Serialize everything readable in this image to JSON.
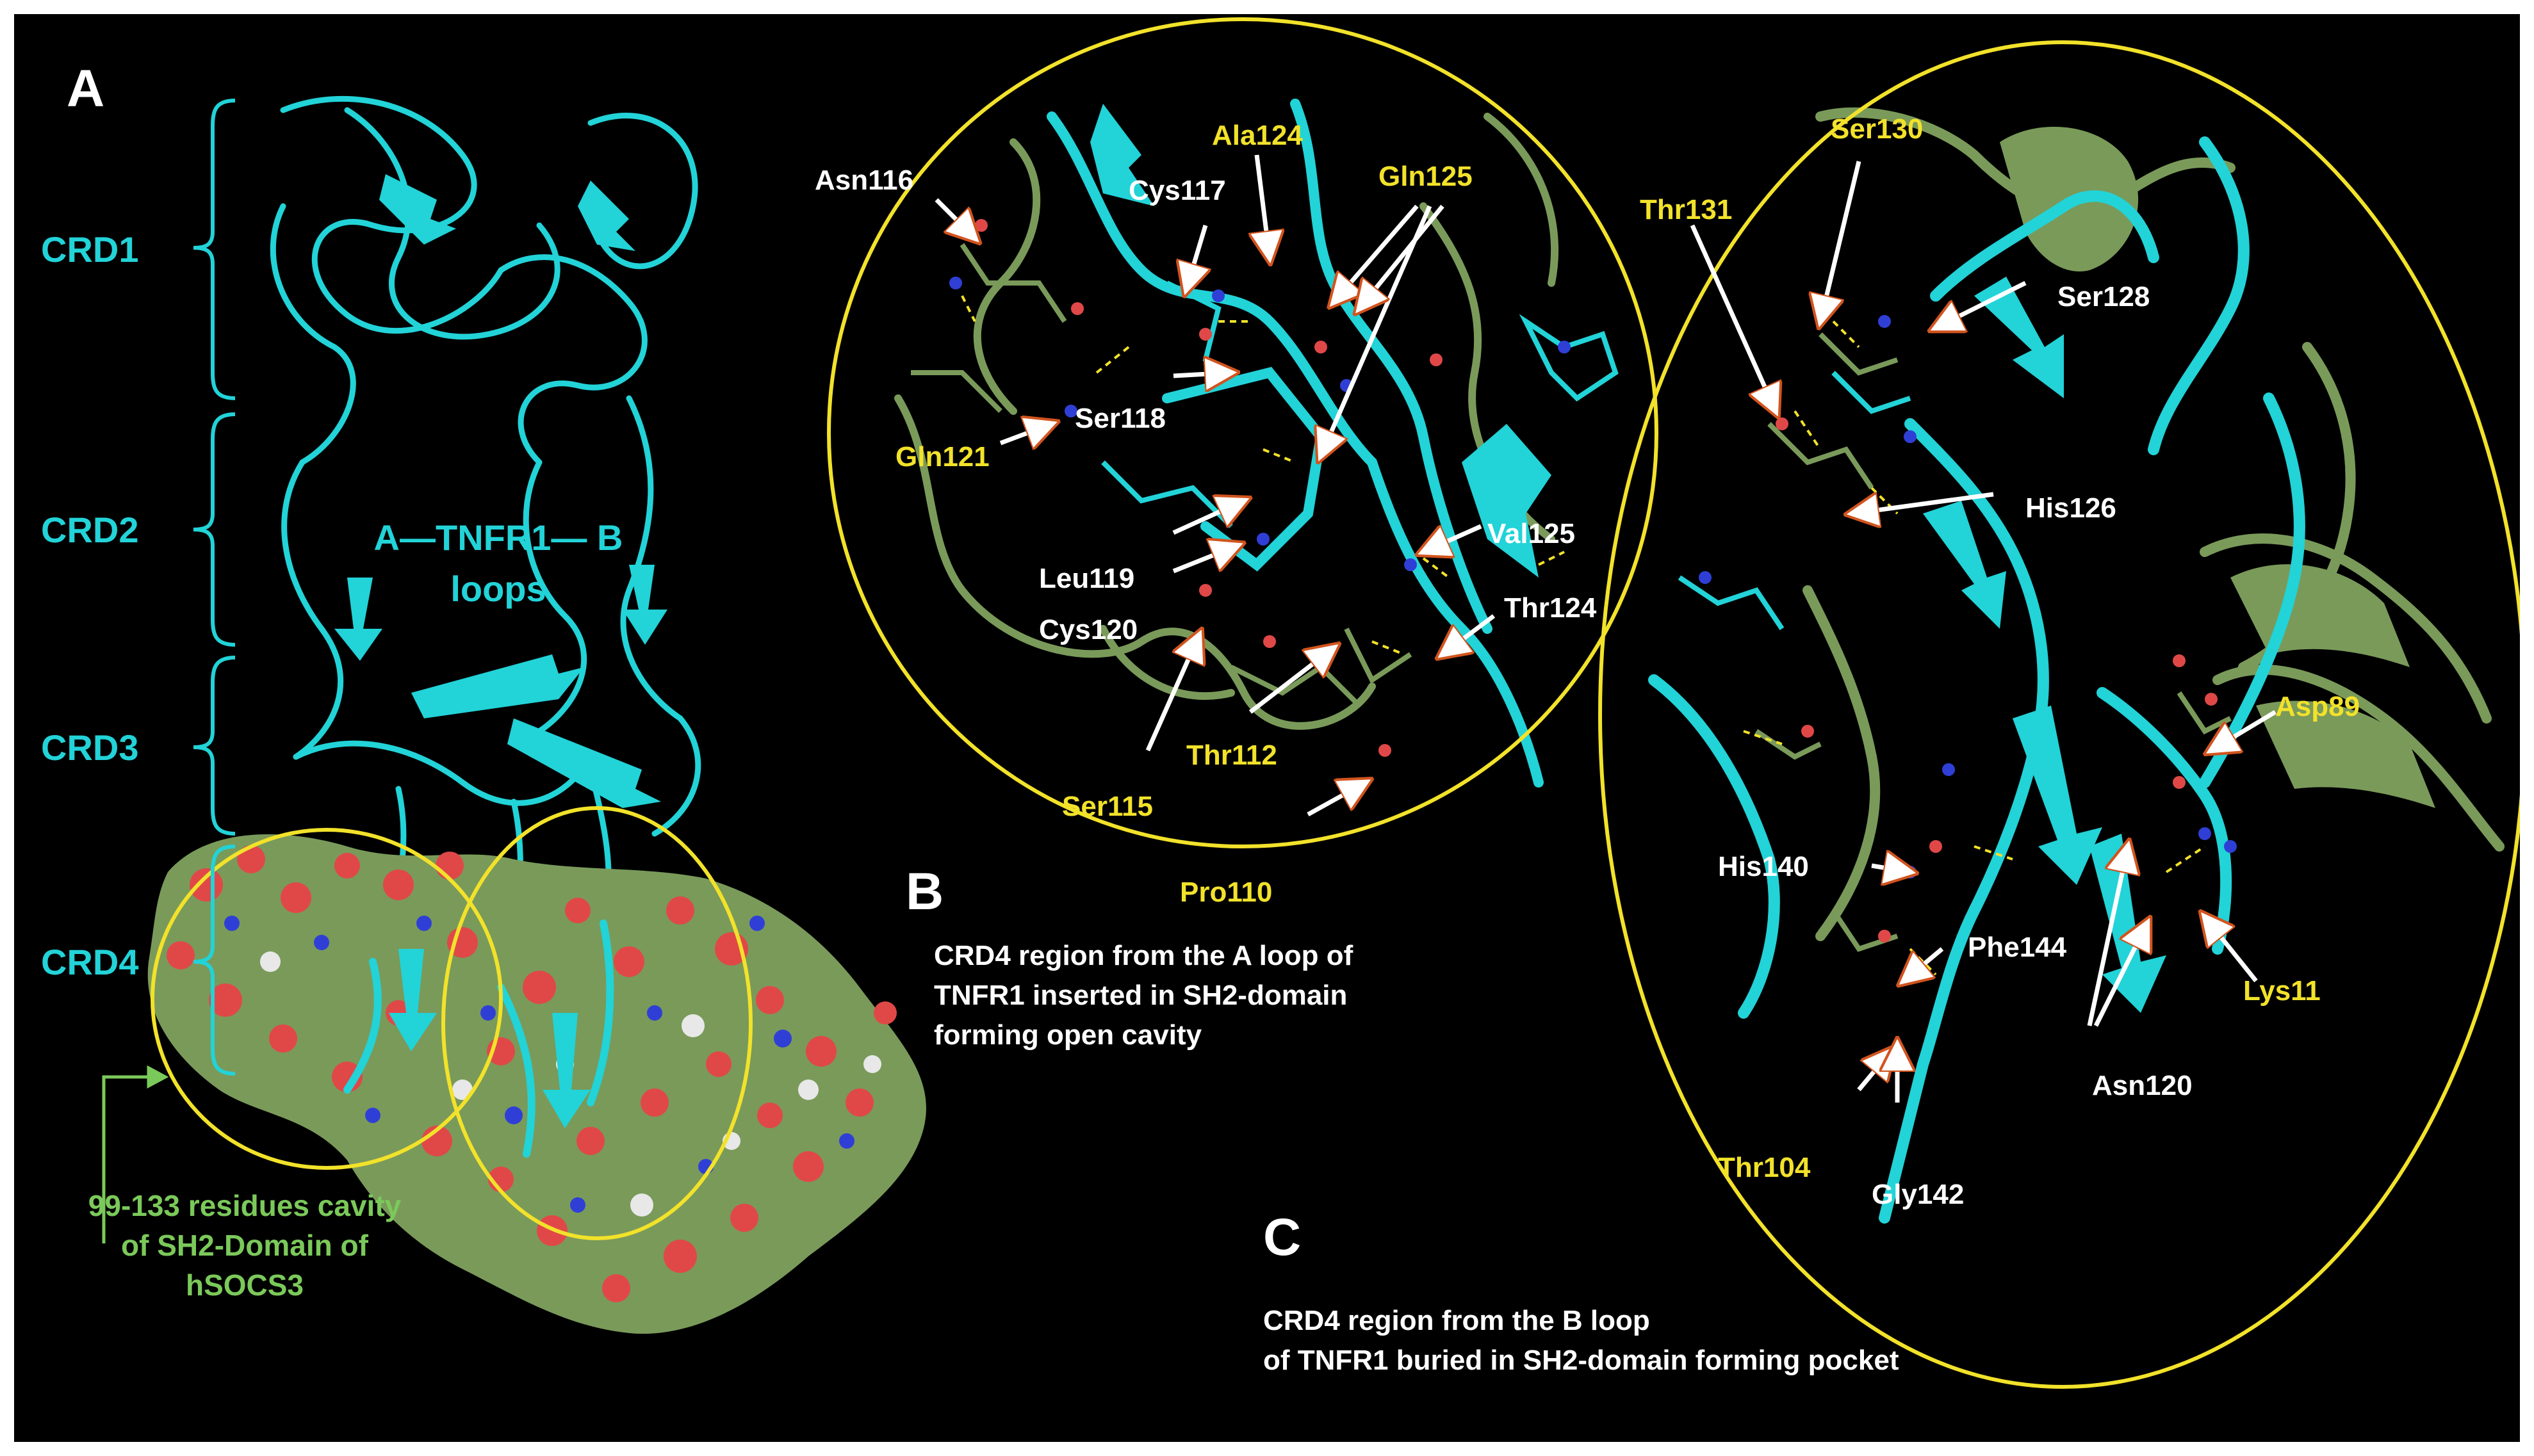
{
  "panels": {
    "a": "A",
    "b": "B",
    "c": "C"
  },
  "crd_labels": [
    "CRD1",
    "CRD2",
    "CRD3",
    "CRD4"
  ],
  "loops": {
    "line1": "A—TNFR1— B",
    "line2": "loops"
  },
  "cavity_note": [
    "99-133 residues cavity",
    "of SH2-Domain of",
    "hSOCS3"
  ],
  "caption_b": [
    "CRD4 region from the A loop of",
    "TNFR1 inserted in  SH2-domain",
    "forming open cavity"
  ],
  "caption_c": [
    "CRD4 region from the B loop",
    "of TNFR1  buried in  SH2-domain forming pocket"
  ],
  "panel_b_residues": {
    "white": [
      "Asn116",
      "Cys117",
      "Ser118",
      "Leu119",
      "Cys120",
      "Val125",
      "Thr124"
    ],
    "yellow": [
      "Ala124",
      "Gln125",
      "Gln121",
      "Thr112",
      "Ser115",
      "Pro110"
    ]
  },
  "panel_c_residues": {
    "white": [
      "Ser128",
      "His126",
      "His140",
      "Phe144",
      "Asn120",
      "Gly142"
    ],
    "yellow": [
      "Ser130",
      "Thr131",
      "Asp89",
      "Lys11",
      "Thr104"
    ]
  },
  "colors": {
    "background": "#000000",
    "tnfr1_cyan": "#22d3d8",
    "sh2_green": "#7a9a5a",
    "oxygen_red": "#e04848",
    "nitrogen_blue": "#2f3fd6",
    "highlight_yellow": "#f2e22a",
    "arrow": "#ffffff",
    "arrow_outline": "#d2541e"
  }
}
